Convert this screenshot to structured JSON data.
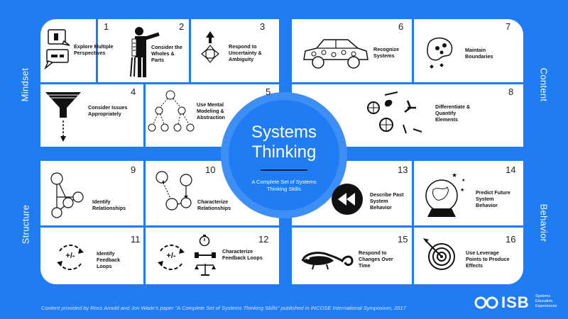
{
  "title": {
    "line1": "Systems",
    "line2": "Thinking"
  },
  "subtitle": {
    "line1": "A Complete Set of Systems",
    "line2": "Thinking Skills"
  },
  "quadrants": {
    "mindset": "Mindset",
    "content": "Content",
    "structure": "Structure",
    "behavior": "Behavior"
  },
  "skills": [
    {
      "n": "1",
      "l1": "Explore Multiple",
      "l2": "Perspectives",
      "l3": ""
    },
    {
      "n": "2",
      "l1": "Consider the",
      "l2": "Wholes &",
      "l3": "Parts"
    },
    {
      "n": "3",
      "l1": "Respond to",
      "l2": "Uncertainty &",
      "l3": "Ambiguity"
    },
    {
      "n": "4",
      "l1": "Consider Issues",
      "l2": "Appropriately",
      "l3": ""
    },
    {
      "n": "5",
      "l1": "Use Mental",
      "l2": "Modeling &",
      "l3": "Abstraction"
    },
    {
      "n": "6",
      "l1": "Recognize",
      "l2": "Systems",
      "l3": ""
    },
    {
      "n": "7",
      "l1": "Maintain",
      "l2": "Boundaries",
      "l3": ""
    },
    {
      "n": "8",
      "l1": "Differentiate &",
      "l2": "Quantify",
      "l3": "Elements"
    },
    {
      "n": "9",
      "l1": "Identify",
      "l2": "Relationships",
      "l3": ""
    },
    {
      "n": "10",
      "l1": "Characterize",
      "l2": "Relationships",
      "l3": ""
    },
    {
      "n": "11",
      "l1": "Identify",
      "l2": "Feedback",
      "l3": "Loops"
    },
    {
      "n": "12",
      "l1": "Characterize",
      "l2": "Feedback Loops",
      "l3": ""
    },
    {
      "n": "13",
      "l1": "Describe Past",
      "l2": "System",
      "l3": "Behavior"
    },
    {
      "n": "14",
      "l1": "Predict Future",
      "l2": "System",
      "l3": "Behavior"
    },
    {
      "n": "15",
      "l1": "Respond to",
      "l2": "Changes Over",
      "l3": "Time"
    },
    {
      "n": "16",
      "l1": "Use Leverage",
      "l2": "Points to Produce",
      "l3": "Effects"
    }
  ],
  "loop_symbol": "+/-",
  "footer": "Content provided by Ross Arnold and Jon Wade's paper \"A Complete Set of Systems Thinking Skills\" published in INCOSE International Symposium, 2017",
  "logo": {
    "name": "ISB",
    "l1": "Systems",
    "l2": "Education",
    "l3": "Experiences"
  },
  "colors": {
    "background": "#1f7cf2",
    "ring": "#3e8ff5",
    "center": "#1f7cf2",
    "card": "#ffffff"
  }
}
